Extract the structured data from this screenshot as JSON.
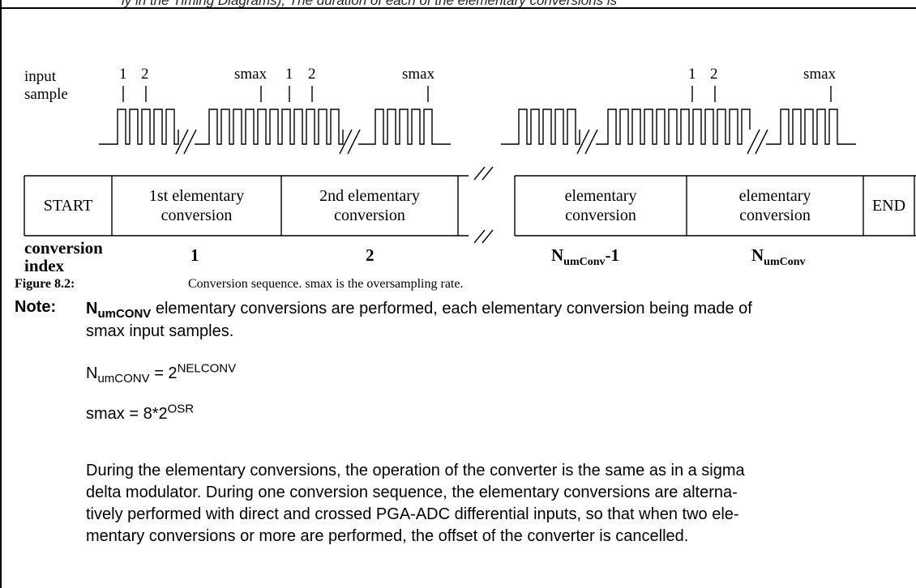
{
  "header_fragment": "ly in the Timing Diagrams); The duration of each of the elementary conversions is",
  "diagram": {
    "input_label": "input",
    "sample_label": "sample",
    "markers": {
      "one": "1",
      "two": "2",
      "smax": "smax"
    },
    "cells": {
      "start": "START",
      "first_line1": "1st elementary",
      "first_line2": "conversion",
      "second_line1": "2nd elementary",
      "second_line2": "conversion",
      "penult_line1": "elementary",
      "penult_line2": "conversion",
      "last_line1": "elementary",
      "last_line2": "conversion",
      "end": "END"
    },
    "index_label_line1": "conversion",
    "index_label_line2": "index",
    "index_values": {
      "first": "1",
      "second": "2",
      "penult_base": "N",
      "penult_sub": "umConv",
      "penult_suffix": "-1",
      "last_base": "N",
      "last_sub": "umConv"
    }
  },
  "caption": {
    "number": "Figure 8.2:",
    "text": "Conversion sequence. smax is the oversampling rate."
  },
  "note": {
    "label": "Note:",
    "lead_base": "N",
    "lead_sub": "umCONV",
    "lead_rest": " elementary conversions are performed, each elementary conversion being made of",
    "line2": "smax input samples.",
    "eq1_lhs_base": "N",
    "eq1_lhs_sub": "umCONV",
    "eq1_mid": " = 2",
    "eq1_sup": "NELCONV",
    "eq2_base": "smax = 8*2",
    "eq2_sup": "OSR",
    "para_line1": "During the elementary conversions, the operation of the converter is the same as in a sigma",
    "para_line2": "delta modulator. During one conversion sequence, the elementary conversions are alterna-",
    "para_line3": "tively performed with direct and crossed PGA-ADC differential inputs, so that when two ele-",
    "para_line4": "mentary conversions or more are performed, the offset of the converter is cancelled."
  }
}
